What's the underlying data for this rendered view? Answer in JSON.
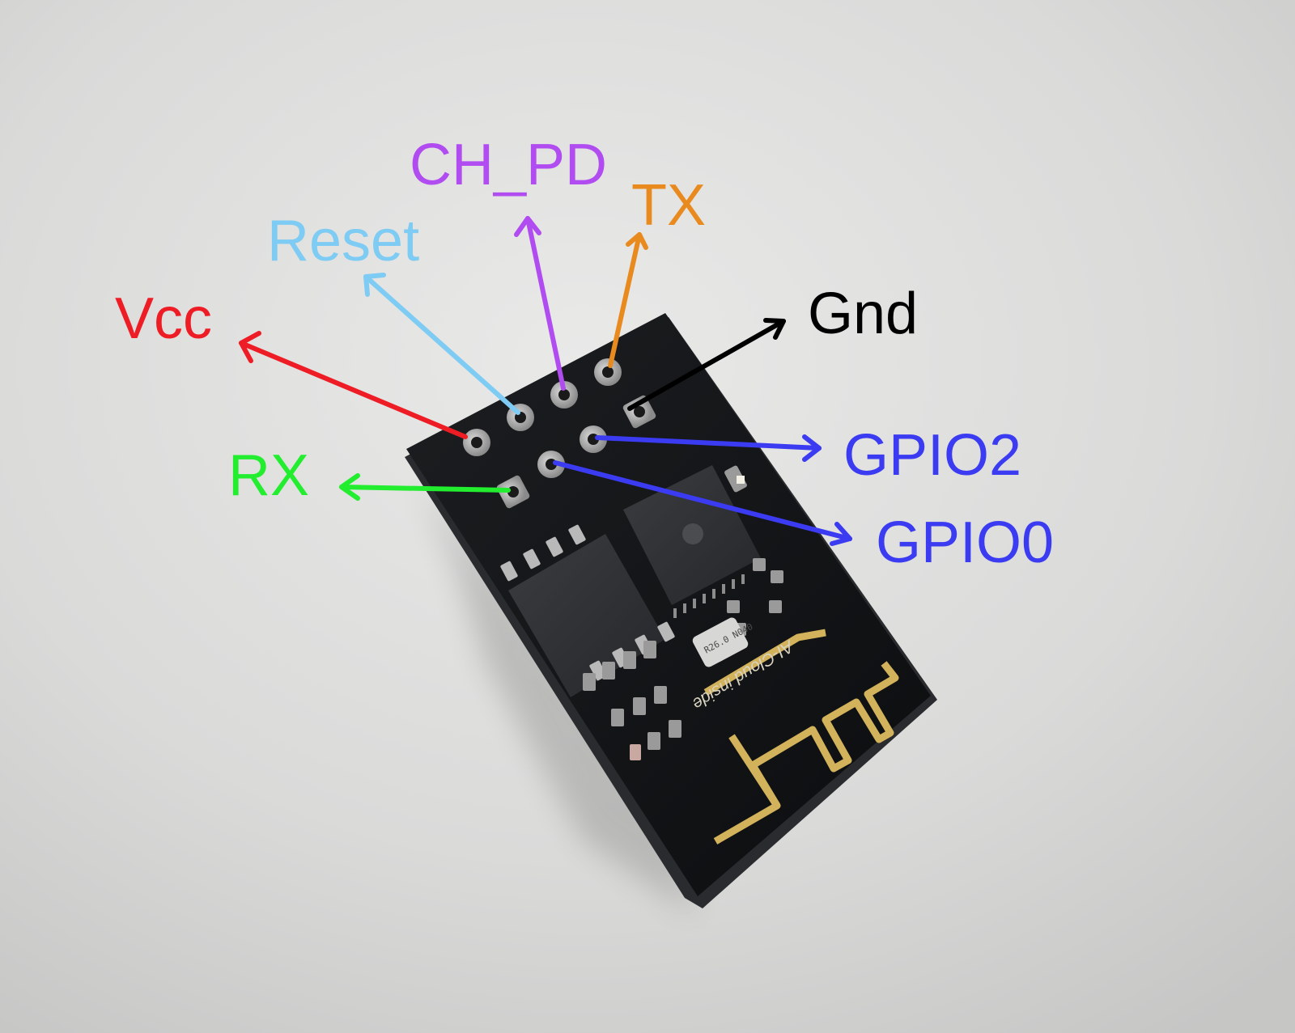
{
  "pins": [
    {
      "id": "vcc",
      "label": "Vcc",
      "color": "#ee1c24"
    },
    {
      "id": "reset",
      "label": "Reset",
      "color": "#7ecbf3"
    },
    {
      "id": "ch_pd",
      "label": "CH_PD",
      "color": "#b04cf0"
    },
    {
      "id": "tx",
      "label": "TX",
      "color": "#e88a1e"
    },
    {
      "id": "gnd",
      "label": "Gnd",
      "color": "#000000"
    },
    {
      "id": "gpio2",
      "label": "GPIO2",
      "color": "#3b3bf2"
    },
    {
      "id": "gpio0",
      "label": "GPIO0",
      "color": "#3b3bf2"
    },
    {
      "id": "rx",
      "label": "RX",
      "color": "#22ee2f"
    }
  ],
  "board": {
    "silkscreen": "AI-Cloud inside",
    "crystal_marking": "R26.0 N040",
    "pcb_color": "#111214",
    "antenna_color": "#d2b25a"
  }
}
